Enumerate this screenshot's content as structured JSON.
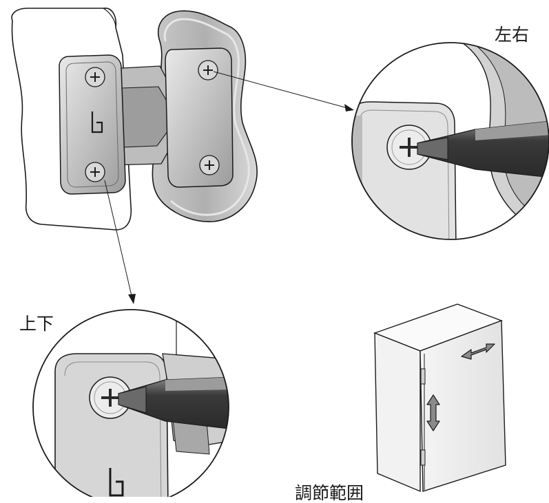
{
  "labels": {
    "left_right": "左右",
    "up_down": "上下",
    "adjustment_range": "調節範囲"
  },
  "colors": {
    "line": "#1a1a1a",
    "light_gray": "#d4d4d4",
    "mid_gray": "#a6a6a6",
    "dark_gray": "#5a5a5a",
    "screwdriver": "#404040",
    "arrow_fill": "#8a8a8a"
  },
  "icons": {
    "horizontal_adjust": "double-arrow-horizontal-icon",
    "vertical_adjust": "double-arrow-vertical-icon",
    "screw": "phillips-screw-icon",
    "screwdriver": "screwdriver-icon"
  }
}
